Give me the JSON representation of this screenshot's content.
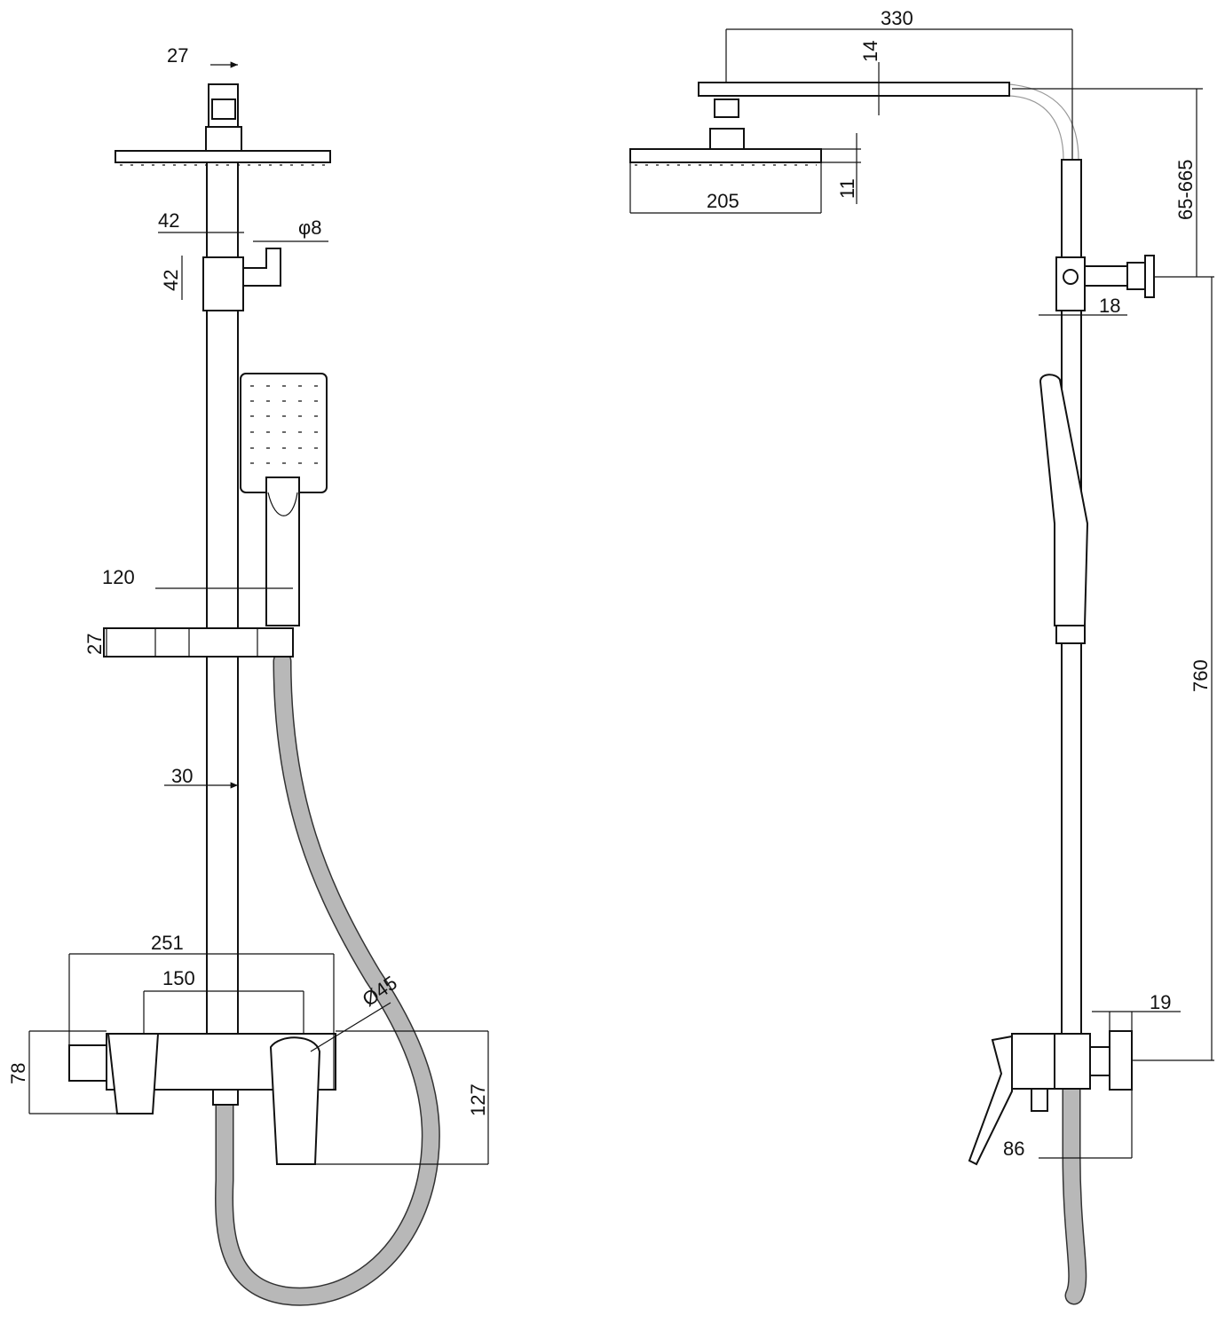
{
  "front_view": {
    "dims": {
      "top_connector_width": "27",
      "holder_width": "42",
      "holder_outlet_diameter": "φ8",
      "holder_height": "42",
      "shelf_length": "120",
      "shelf_height": "27",
      "pole_diameter": "30",
      "mixer_width": "251",
      "mixer_centers": "150",
      "escutcheon_diameter": "Ø45",
      "mixer_body_height": "78",
      "mixer_total_height": "127"
    }
  },
  "side_view": {
    "dims": {
      "arm_length": "330",
      "arm_thickness": "14",
      "head_thickness": "11",
      "head_width": "205",
      "height_adjust_range": "65-665",
      "holder_offset": "18",
      "pole_length": "760",
      "mixer_wall_offset": "19",
      "mixer_depth": "86"
    }
  },
  "colors": {
    "line": "#111111",
    "hose": "#b8b8b8"
  }
}
